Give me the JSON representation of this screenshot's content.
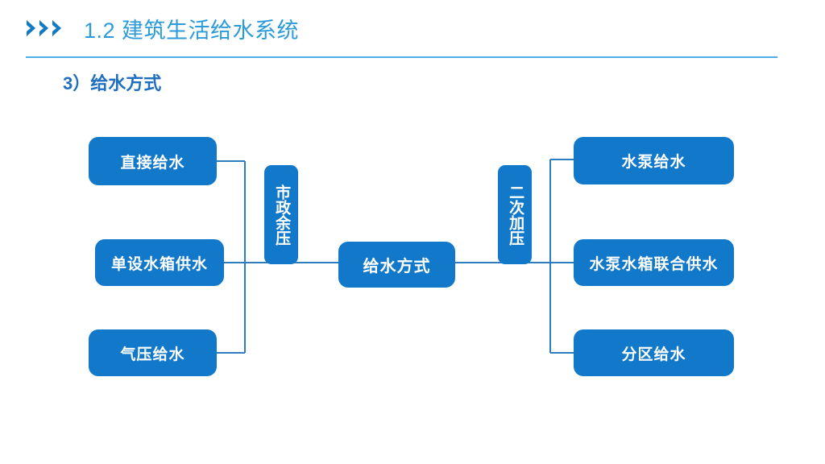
{
  "header": {
    "icon": "triple-chevron-right-icon",
    "title": "1.2 建筑生活给水系统",
    "accent_color": "#2B9BD9",
    "rule_color": "#4EAEE8"
  },
  "subtitle": {
    "text": "3）给水方式",
    "color": "#1F6FC0"
  },
  "theme": {
    "node_fill": "#1279CA",
    "node_text": "#FFFFFF",
    "connector": "#2E7DC0",
    "background": "#FFFFFF"
  },
  "diagram": {
    "type": "flowchart",
    "root": "给水方式",
    "left_branch_label": "市政余压",
    "right_branch_label": "二次加压",
    "left_nodes": [
      {
        "id": "zhijie",
        "label": "直接给水"
      },
      {
        "id": "danshe",
        "label": "单设水箱供水"
      },
      {
        "id": "qiya",
        "label": "气压给水"
      }
    ],
    "right_nodes": [
      {
        "id": "shuibeng",
        "label": "水泵给水"
      },
      {
        "id": "lianhe",
        "label": "水泵水箱联合供水"
      },
      {
        "id": "fenqu",
        "label": "分区给水"
      }
    ],
    "center_node": {
      "id": "center",
      "label": "给水方式"
    },
    "branch_nodes": [
      {
        "id": "shizheng",
        "label": "市政余压",
        "orientation": "vertical"
      },
      {
        "id": "erci",
        "label": "二次加压",
        "orientation": "vertical"
      }
    ]
  }
}
